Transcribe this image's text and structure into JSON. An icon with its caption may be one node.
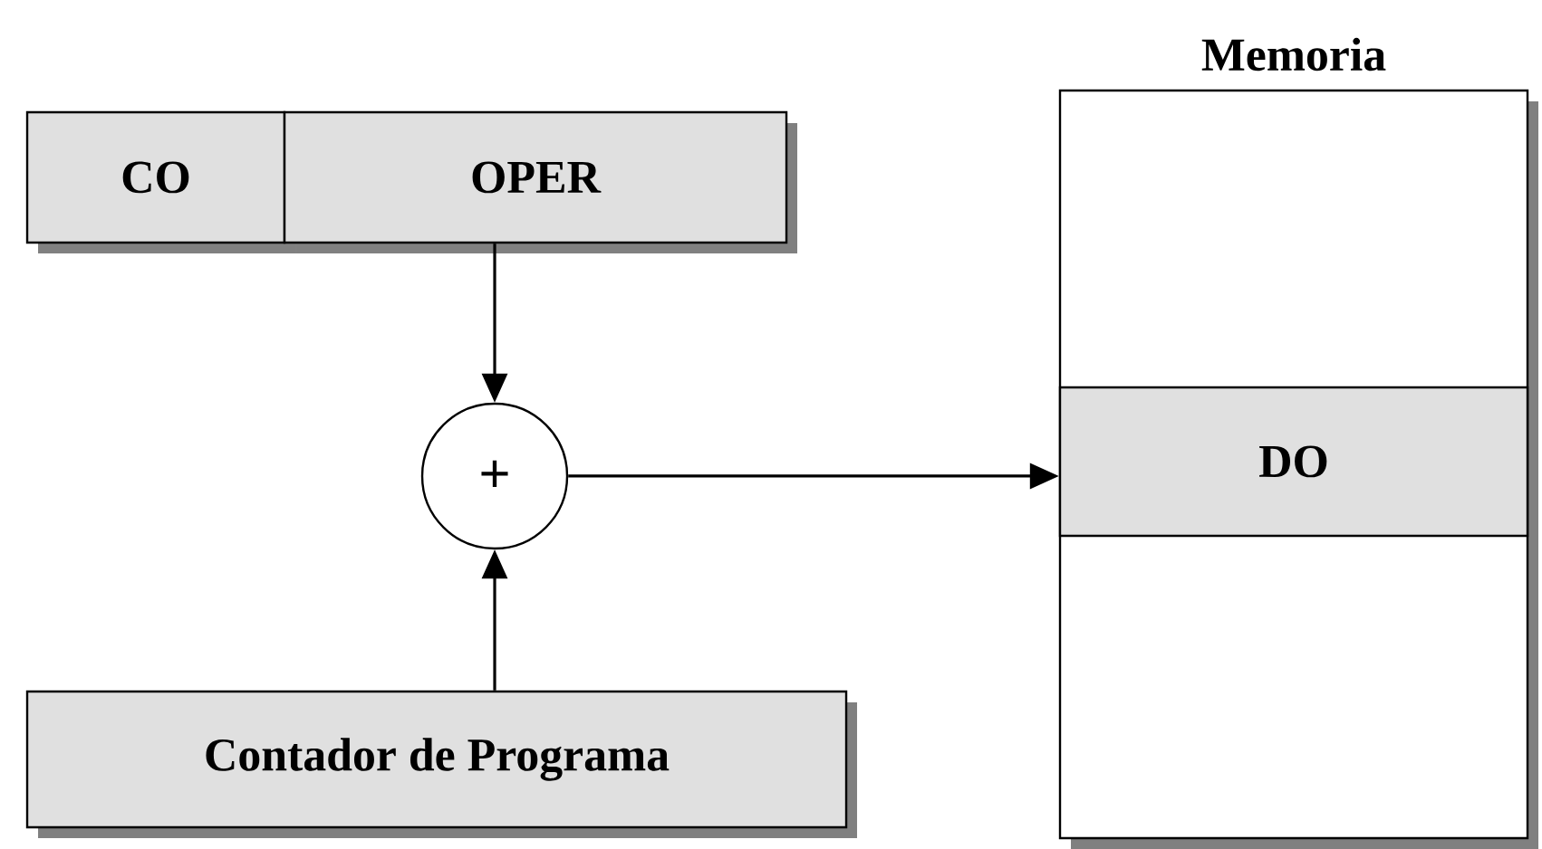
{
  "diagram": {
    "nodes": [
      {
        "text": [
          "CO"
        ]
      },
      {
        "text": [
          "OPER"
        ]
      },
      {
        "text": [
          "+"
        ]
      },
      {
        "text": [
          "Contador de Programa"
        ]
      },
      {
        "text": [
          "Memoria"
        ]
      },
      {
        "text": [
          "DO"
        ],
        "in": 4
      }
    ],
    "edges": [
      {
        "from": 1,
        "to": 2,
        "arrow": "to"
      },
      {
        "from": 3,
        "to": 2,
        "arrow": "to"
      },
      {
        "from": 2,
        "to": 5,
        "arrow": "to"
      }
    ]
  }
}
